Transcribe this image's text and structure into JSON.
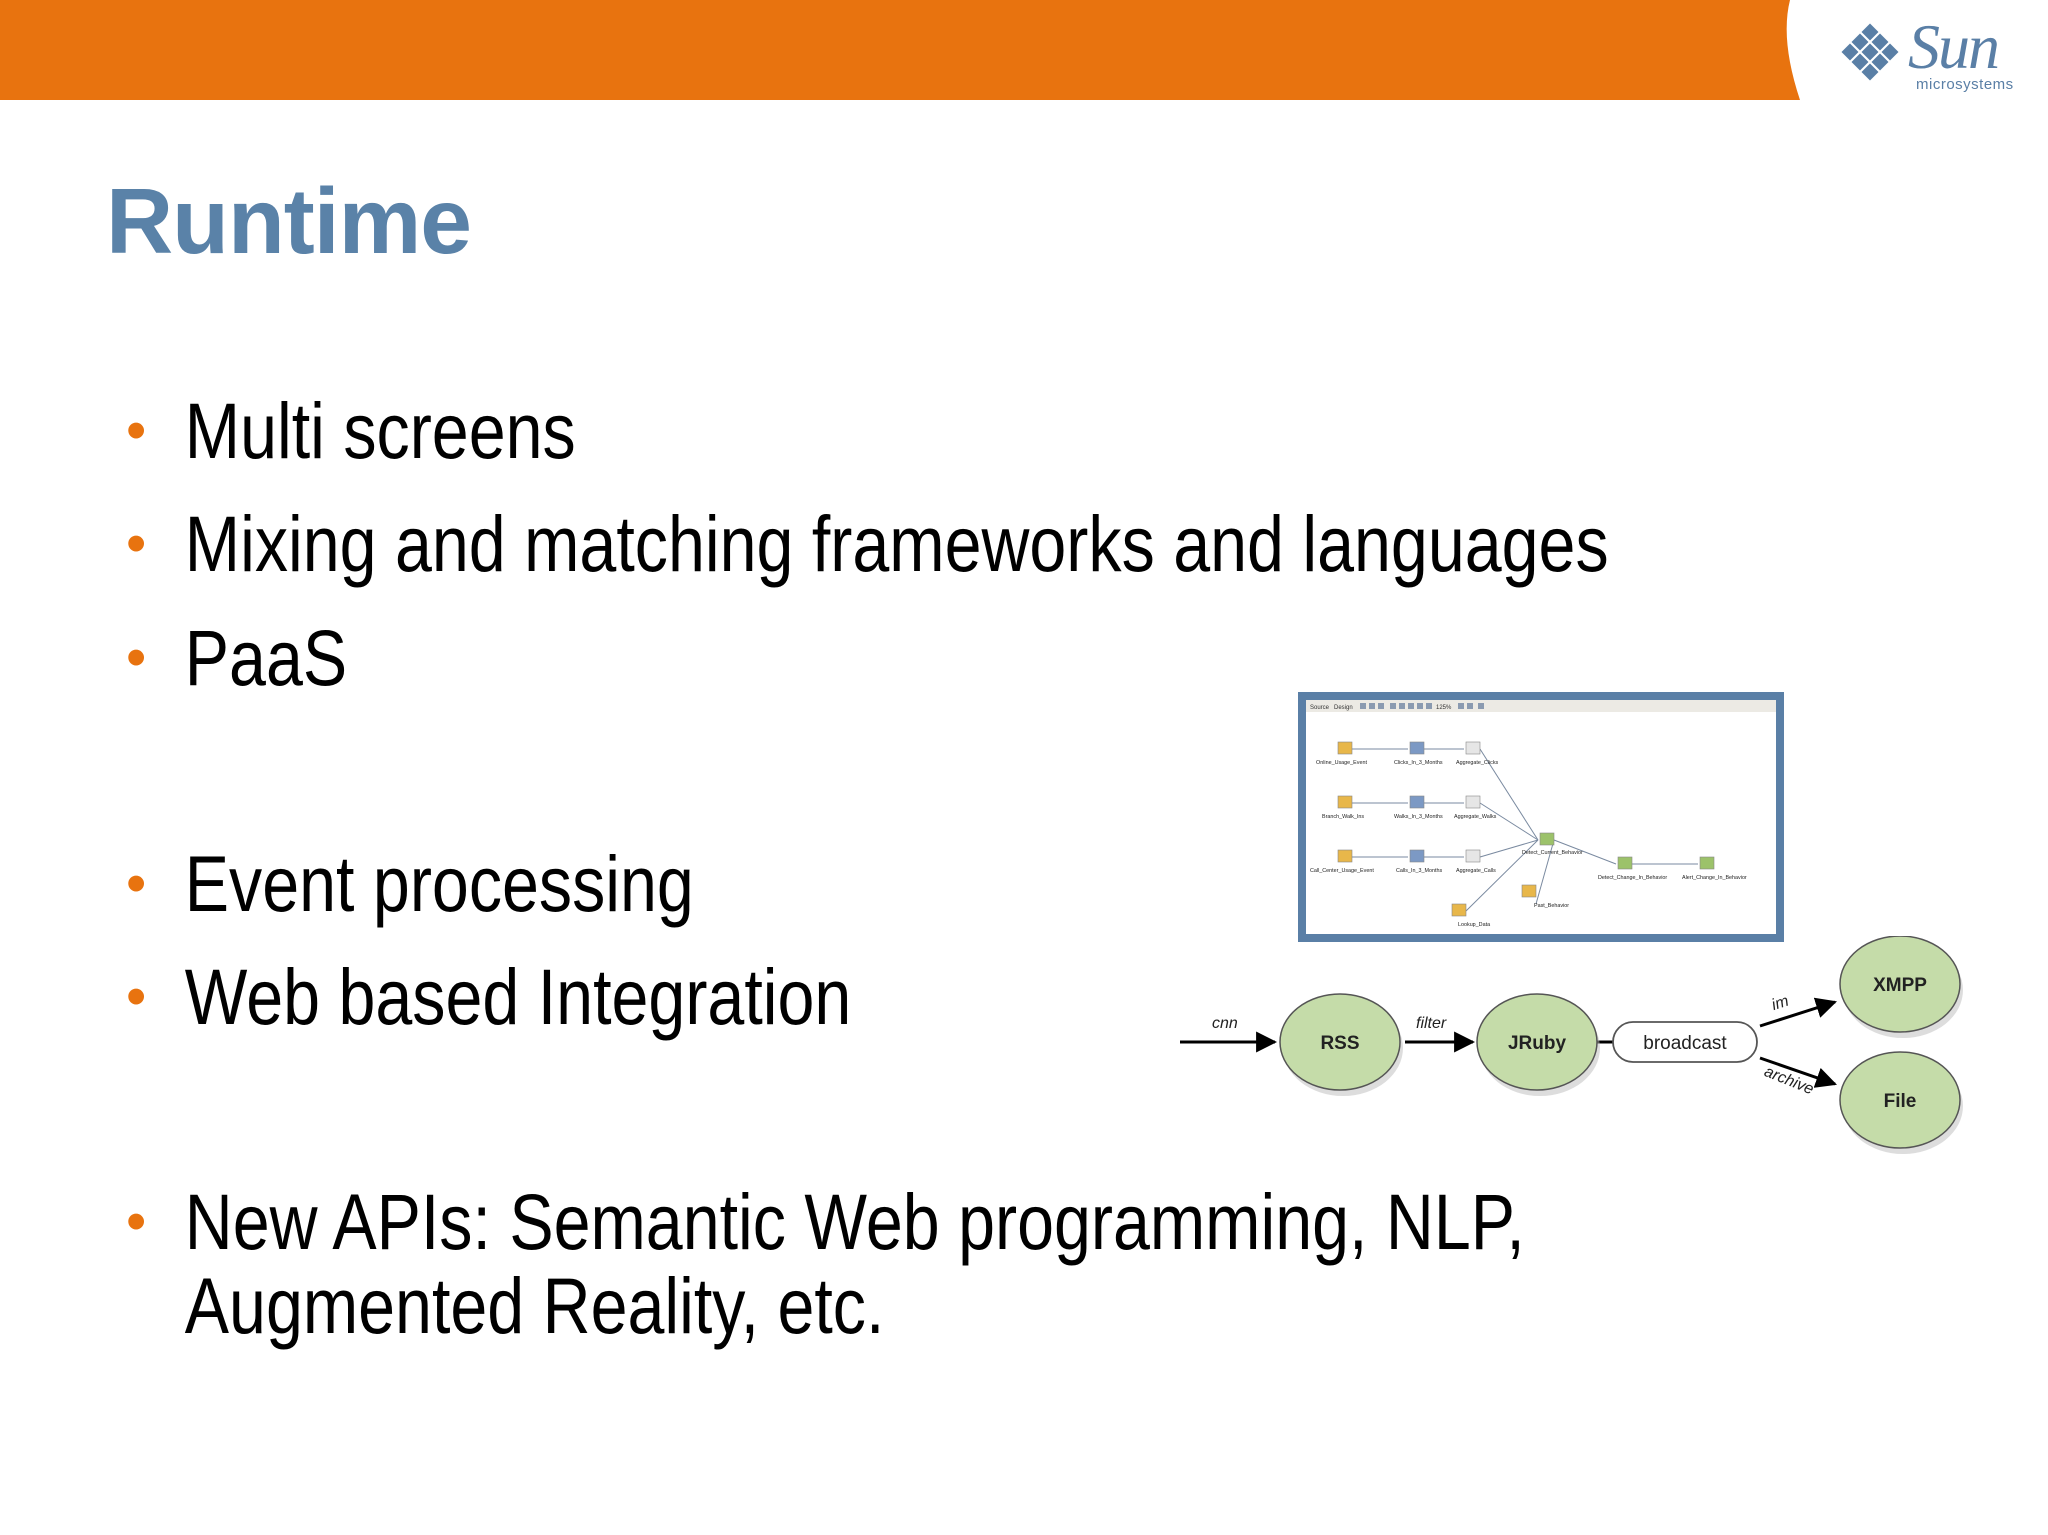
{
  "header": {
    "bar_color": "#e8730f",
    "logo": {
      "word": "Sun",
      "sub": "microsystems",
      "color": "#5a7fa6"
    }
  },
  "slide": {
    "title": "Runtime",
    "title_color": "#5a82a8",
    "bullet_color": "#e8730f",
    "bullets": [
      "Multi screens",
      "Mixing and matching frameworks and languages",
      "PaaS",
      "Event processing",
      "Web based Integration",
      "New APIs: Semantic Web programming, NLP, Augmented Reality, etc."
    ]
  },
  "event_screenshot": {
    "toolbar_tabs": [
      "Source",
      "Design"
    ],
    "zoom": "125%",
    "nodes": [
      "Online_Usage_Event",
      "Clicks_In_3_Months",
      "Aggregate_Clicks",
      "Branch_Walk_Ins",
      "Walks_In_3_Months",
      "Aggregate_Walks",
      "Call_Center_Usage_Event",
      "Calls_In_3_Months",
      "Aggregate_Calls",
      "Detect_Current_Behavior",
      "Detect_Change_In_Behavior",
      "Alert_Change_In_Behavior",
      "Past_Behavior",
      "Lookup_Data"
    ]
  },
  "flow_diagram": {
    "node_color": "#c5dca9",
    "nodes": [
      "RSS",
      "JRuby",
      "XMPP",
      "File"
    ],
    "broadcast_label": "broadcast",
    "edge_labels": [
      "cnn",
      "filter",
      "im",
      "archive"
    ]
  }
}
